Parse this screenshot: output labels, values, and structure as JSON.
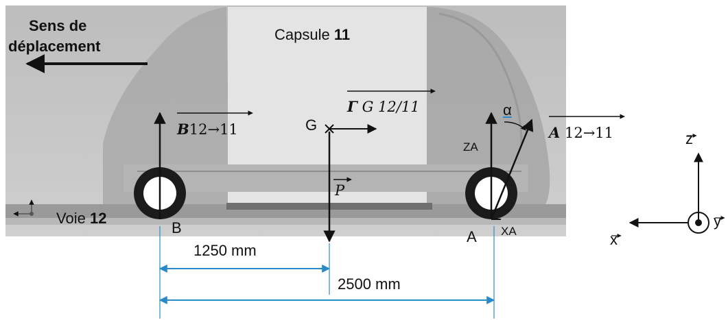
{
  "photo": {
    "capsule_name": "Capsule",
    "capsule_num": "11",
    "voie_name": "Voie",
    "voie_num": "12"
  },
  "direction": {
    "line1": "Sens de",
    "line2": "déplacement"
  },
  "points": {
    "G": "G",
    "A": "A",
    "B": "B"
  },
  "forces": {
    "B_bold": "B",
    "B_rest": "12→11",
    "A_bold": "A",
    "A_rest": "12→11",
    "gamma_bold": "Γ",
    "gamma_rest": "G 12/11",
    "P": "P"
  },
  "components": {
    "ZA": "ZA",
    "XA": "XA",
    "alpha": "α"
  },
  "dimensions": {
    "d1": "1250 mm",
    "d2": "2500 mm"
  },
  "axes": {
    "z": "z",
    "x": "x",
    "y": "y"
  },
  "colors": {
    "dimension": "#2a8ac8",
    "photo_bg": "#c9c9c9",
    "arrow": "#111111"
  }
}
